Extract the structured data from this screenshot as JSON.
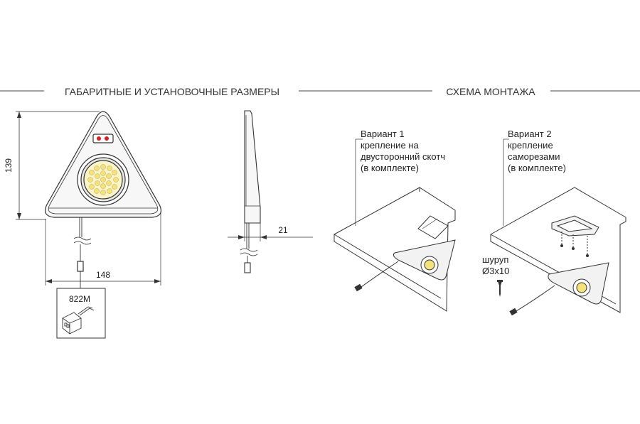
{
  "sections": {
    "dimensions_title": "ГАБАРИТНЫЕ И УСТАНОВОЧНЫЕ РАЗМЕРЫ",
    "mounting_title": "СХЕМА МОНТАЖА"
  },
  "dimensions": {
    "height": "139",
    "width": "148",
    "depth": "21"
  },
  "connector": {
    "model": "822M"
  },
  "variant1": {
    "title": "Вариант 1",
    "line1": "крепление на",
    "line2": "двусторонний скотч",
    "line3": "(в комплекте)"
  },
  "variant2": {
    "title": "Вариант 2",
    "line1": "крепление",
    "line2": "саморезами",
    "line3": "(в комплекте)"
  },
  "screw": {
    "label": "шуруп",
    "size": "Ø3x10"
  },
  "colors": {
    "line": "#333333",
    "led_warm": "#f5e27a",
    "indicator": "#d32020",
    "body_fill": "#f7f7f7"
  }
}
